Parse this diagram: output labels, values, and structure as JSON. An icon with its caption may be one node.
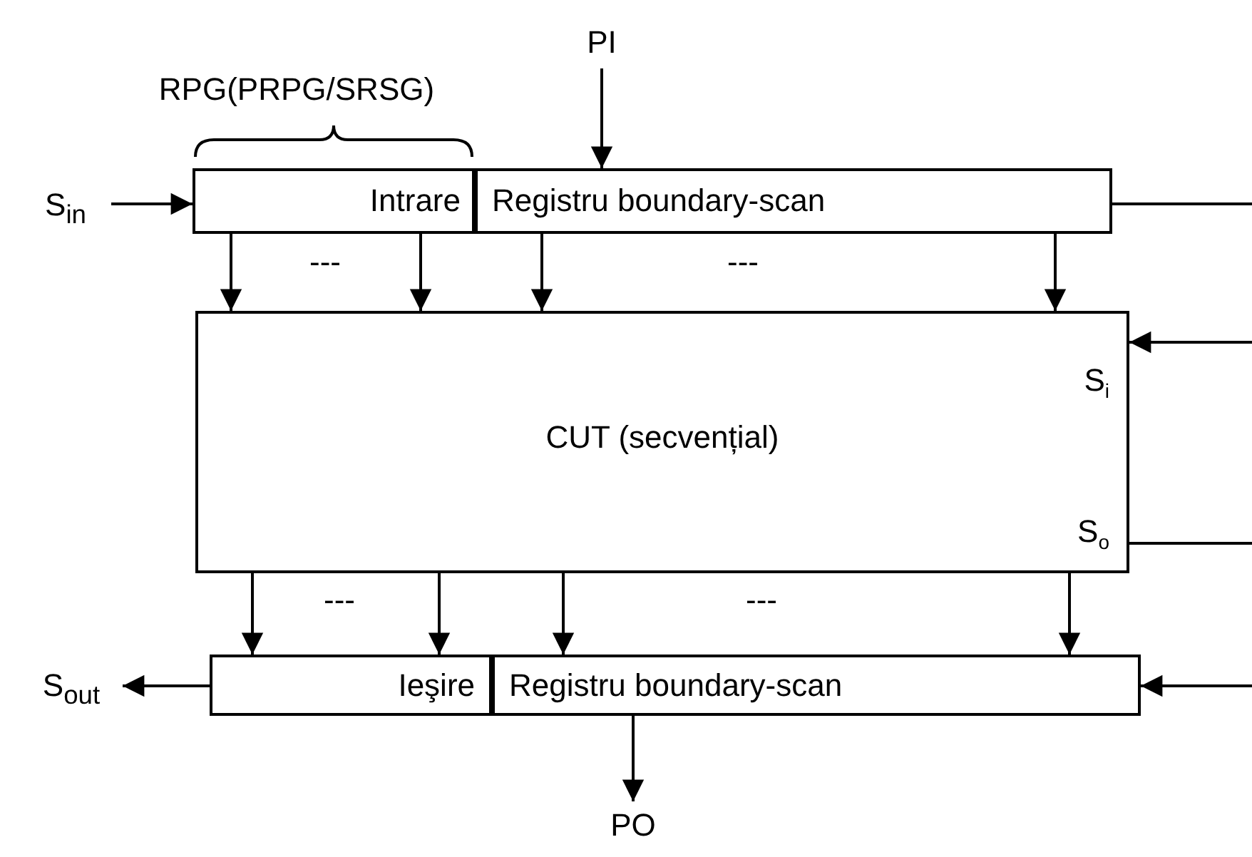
{
  "diagram": {
    "nodes": [
      {
        "text": [
          "PI"
        ]
      },
      {
        "text": [
          "S$_{in}$"
        ]
      },
      {
        "text": [
          "Intrare"
        ]
      },
      {
        "text": [
          "Registru boundary-scan"
        ]
      },
      {
        "text": [
          "S$_{i}$",
          "CUT (secvențial)",
          "S$_{o}$"
        ]
      },
      {
        "text": [
          "S$_{out}$"
        ]
      },
      {
        "text": [
          "Ieşire"
        ]
      },
      {
        "text": [
          "Registru boundary-scan"
        ]
      },
      {
        "text": [
          "PO"
        ]
      }
    ],
    "edges": [
      {
        "from": 1,
        "to": 2,
        "arrow": "to"
      },
      {
        "from": 0,
        "to": 3,
        "arrow": "to"
      },
      {
        "from": 3,
        "to": null,
        "arrow": "none"
      },
      {
        "from": 2,
        "to": 4,
        "arrow": "to"
      },
      {
        "from": 2,
        "to": 4,
        "arrow": "to"
      },
      {
        "from": 3,
        "to": 4,
        "arrow": "to"
      },
      {
        "from": 3,
        "to": 4,
        "arrow": "to"
      },
      {
        "from": null,
        "to": 4,
        "arrow": "to"
      },
      {
        "from": 4,
        "to": null,
        "arrow": "none"
      },
      {
        "from": 4,
        "to": 6,
        "arrow": "to"
      },
      {
        "from": 4,
        "to": 6,
        "arrow": "to"
      },
      {
        "from": 4,
        "to": 7,
        "arrow": "to"
      },
      {
        "from": 4,
        "to": 7,
        "arrow": "to"
      },
      {
        "from": 6,
        "to": 5,
        "arrow": "to"
      },
      {
        "from": null,
        "to": 7,
        "arrow": "to"
      },
      {
        "from": 7,
        "to": 8,
        "arrow": "to"
      }
    ],
    "labels": [
      "RPG(PRPG/SRSG)",
      "---",
      "---",
      "---",
      "---"
    ]
  }
}
